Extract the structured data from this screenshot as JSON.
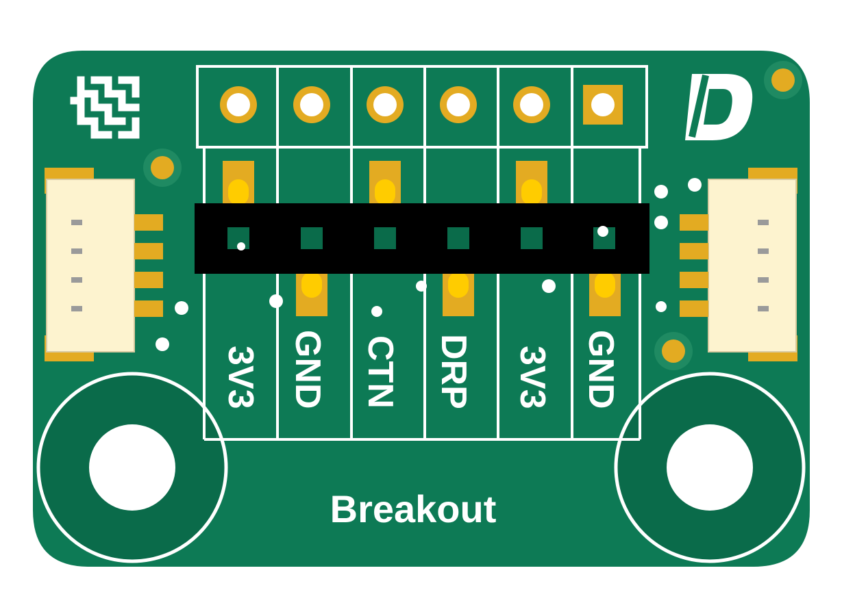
{
  "board": {
    "label": "Breakout",
    "pins": [
      "3V3",
      "GND",
      "CTN",
      "DRP",
      "3V3",
      "GND"
    ]
  },
  "colors": {
    "soldermask": "#0d7a55",
    "soldermask_dark": "#0a6b4a",
    "silkscreen": "#ffffff",
    "copper": "#e3ab22",
    "copper_bright": "#ffcc00",
    "connector": "#fdf3cf",
    "header": "#000000"
  },
  "icons": {
    "top_left_logo": "knot-logo-icon",
    "top_right_logo": "d-logo-icon"
  }
}
